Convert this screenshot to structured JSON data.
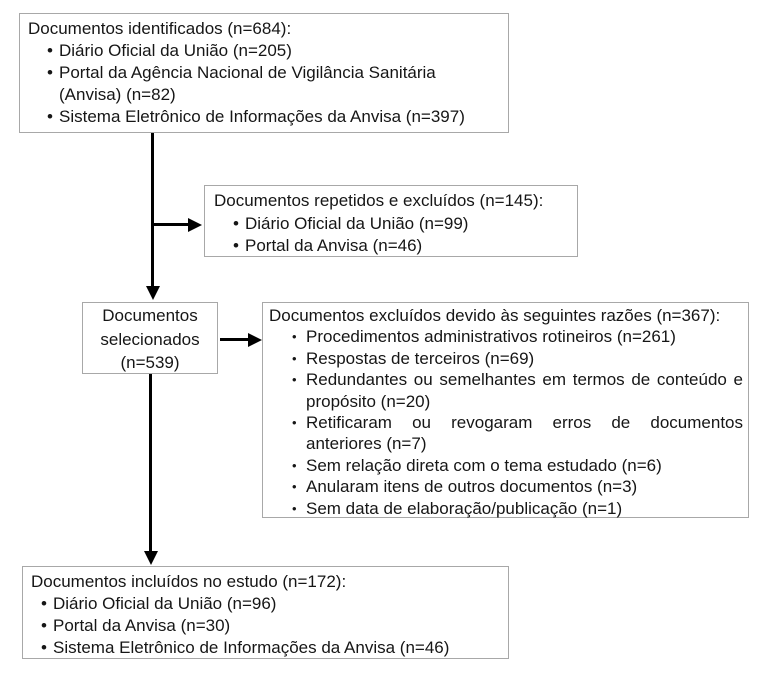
{
  "diagram": {
    "boxes": {
      "identified": {
        "title": "Documentos identificados (n=684):",
        "items": [
          "Diário Oficial da União (n=205)",
          "Portal da Agência Nacional de Vigilância Sanitária (Anvisa) (n=82)",
          "Sistema Eletrônico de Informações da Anvisa (n=397)"
        ]
      },
      "repeated_excluded": {
        "title": "Documentos repetidos e excluídos (n=145):",
        "items": [
          "Diário Oficial da União (n=99)",
          "Portal da Anvisa (n=46)"
        ]
      },
      "selected": {
        "label": "Documentos selecionados (n=539)"
      },
      "excluded_reasons": {
        "title": "Documentos excluídos devido às seguintes razões (n=367):",
        "items": [
          "Procedimentos administrativos rotineiros (n=261)",
          "Respostas de terceiros (n=69)",
          "Redundantes ou semelhantes em termos de conteúdo e propósito (n=20)",
          "Retificaram ou revogaram erros de documentos anteriores (n=7)",
          "Sem relação direta com o tema estudado (n=6)",
          "Anularam itens de outros documentos (n=3)",
          "Sem data de elaboração/publicação (n=1)"
        ]
      },
      "included": {
        "title": "Documentos incluídos no estudo (n=172):",
        "items": [
          "Diário Oficial da União (n=96)",
          "Portal da Anvisa (n=30)",
          "Sistema Eletrônico de Informações da Anvisa (n=46)"
        ]
      }
    },
    "colors": {
      "background": "#ffffff",
      "box_border": "#a8a8a8",
      "text": "#161616",
      "arrow": "#000000"
    }
  }
}
